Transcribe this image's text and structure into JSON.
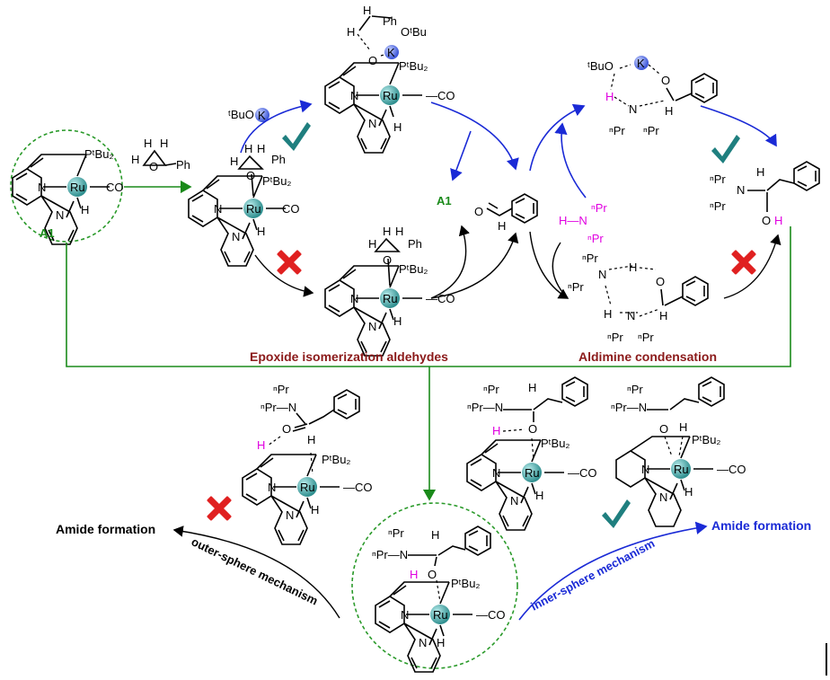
{
  "labels": {
    "a1_start": "A1",
    "a1_product": "A1",
    "epoxide_stage": "Epoxide isomerization aldehydes",
    "aldimine_stage": "Aldimine condensation",
    "amide_left": "Amide formation",
    "amide_right": "Amide formation",
    "outer_mech": "outer-sphere mechanism",
    "inner_mech": "inner-sphere mechanism"
  },
  "atoms": {
    "ru": "Ru",
    "co": "—CO",
    "co_plain": "CO",
    "n": "N",
    "h": "H",
    "o": "O",
    "k": "K",
    "ph": "Ph",
    "ptbu2": "PᵗBu₂",
    "tbuo": "ᵗBuO",
    "tbuok": "ᵗBuOK",
    "otbu": "OᵗBu",
    "npr": "ⁿPr",
    "hn": "H—N",
    "hnpr": "H—N",
    "nprn": "ⁿPr—N",
    "nprlabel": "ⁿPr"
  },
  "colors": {
    "green_arrow": "#1a8a1a",
    "blue_arrow": "#1a2ad6",
    "black_arrow": "#000000",
    "cross": "#e02020",
    "check": "#1f7f7f",
    "ru": "#3aa0a0",
    "k": "#5a78e8",
    "magenta": "#e000e0",
    "dashed_circle": "#2a9a2a"
  },
  "icons": [
    "check-icon",
    "cross-icon",
    "ru-atom",
    "k-atom"
  ]
}
